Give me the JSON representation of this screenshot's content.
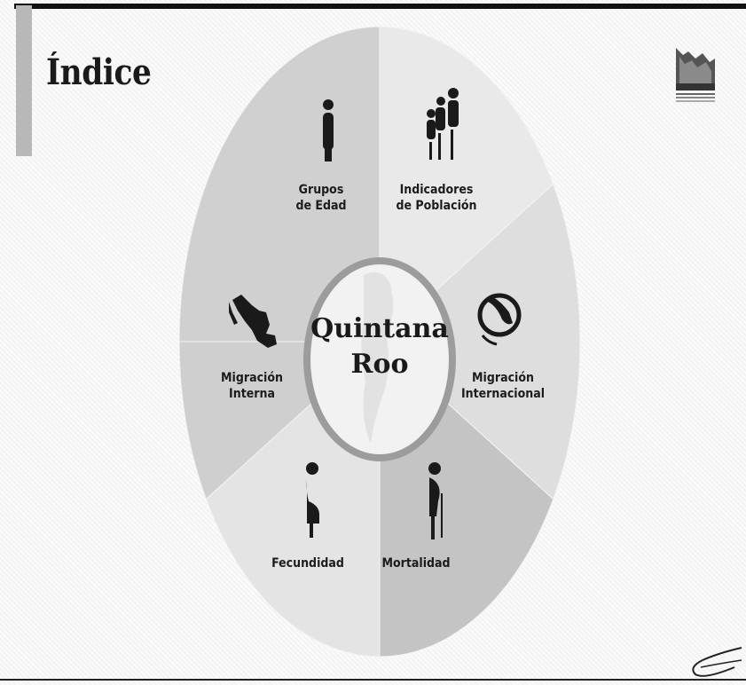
{
  "title": "Índice",
  "center": {
    "line1": "Quintana",
    "line2": "Roo"
  },
  "segments": [
    {
      "line1": "Grupos",
      "line2": "de Edad",
      "icon": "person-icon"
    },
    {
      "line1": "Indicadores",
      "line2": "de Población",
      "icon": "family-icon"
    },
    {
      "line1": "Migración",
      "line2": "Internacional",
      "icon": "globe-map-icon"
    },
    {
      "line1": "Mortalidad",
      "line2": "",
      "icon": "elderly-person-icon"
    },
    {
      "line1": "Fecundidad",
      "line2": "",
      "icon": "pregnant-woman-icon"
    },
    {
      "line1": "Migración",
      "line2": "Interna",
      "icon": "mexico-map-icon"
    }
  ],
  "colors": {
    "seg_grupos": "#d0d0d0",
    "seg_indicadores": "#e9e9e9",
    "seg_mig_int": "#dedede",
    "seg_mortalidad": "#c4c4c4",
    "seg_fecundidad": "#e4e4e4",
    "seg_mig_interna": "#cfcfcf",
    "center_fill": "#f2f2f2",
    "center_ring": "#9c9c9c",
    "icon": "#1a1a1a"
  }
}
